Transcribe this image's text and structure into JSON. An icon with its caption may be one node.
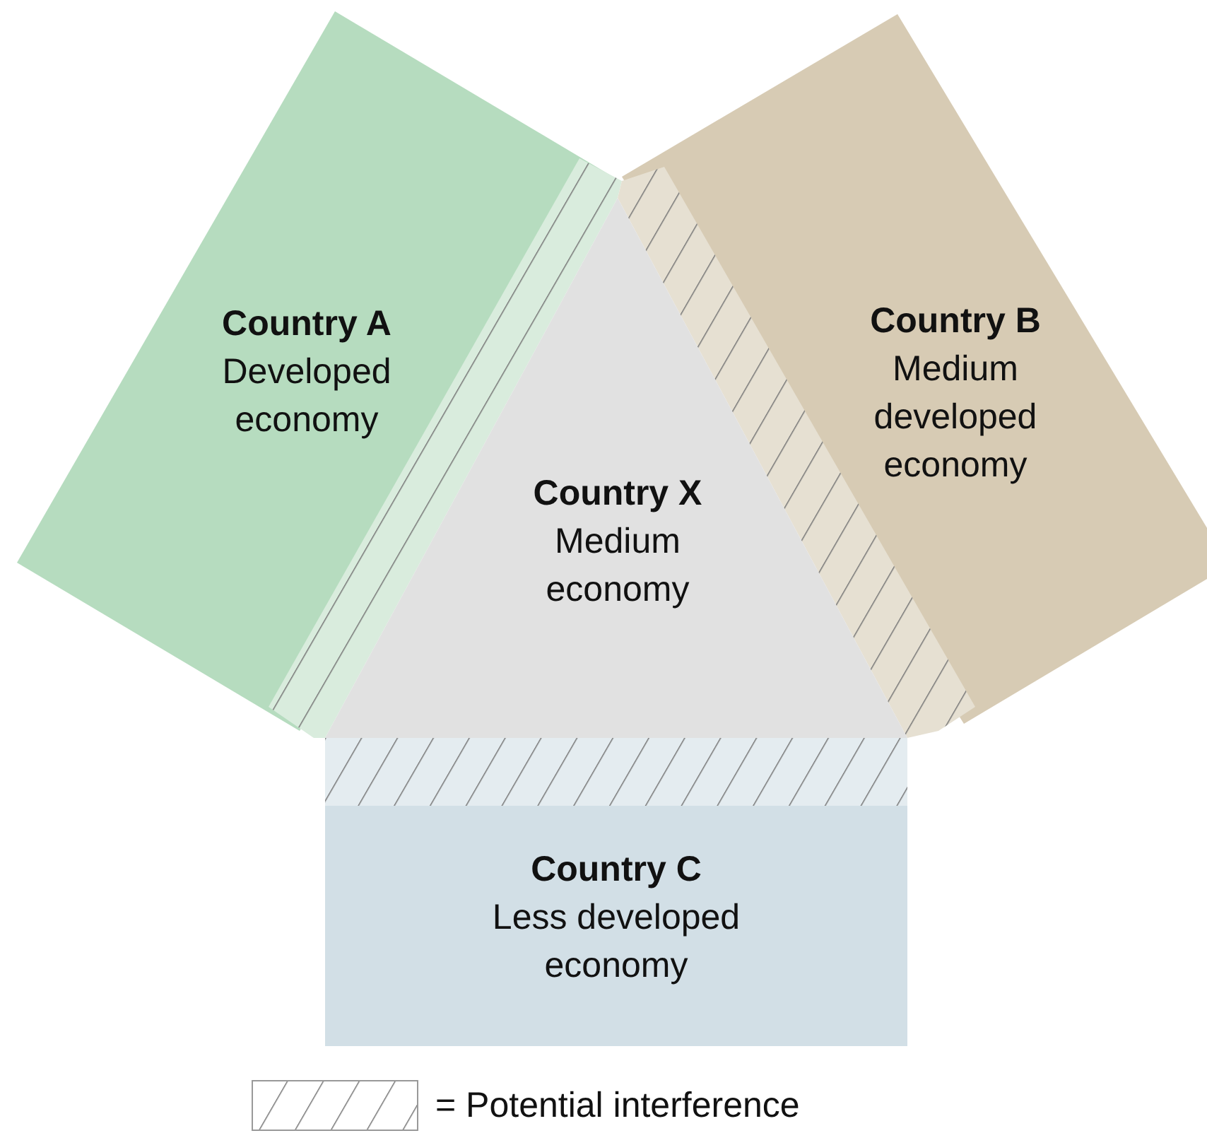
{
  "diagram": {
    "nodes": [
      {
        "text": [
          "Country A",
          "Developed economy"
        ]
      },
      {
        "text": [
          "Country B",
          "Medium developed economy"
        ]
      },
      {
        "text": [
          "Country X",
          "Medium economy"
        ]
      },
      {
        "text": [
          "Country C",
          "Less developed economy"
        ]
      }
    ],
    "legend": [
      {
        "text": "= Potential interference"
      }
    ]
  }
}
